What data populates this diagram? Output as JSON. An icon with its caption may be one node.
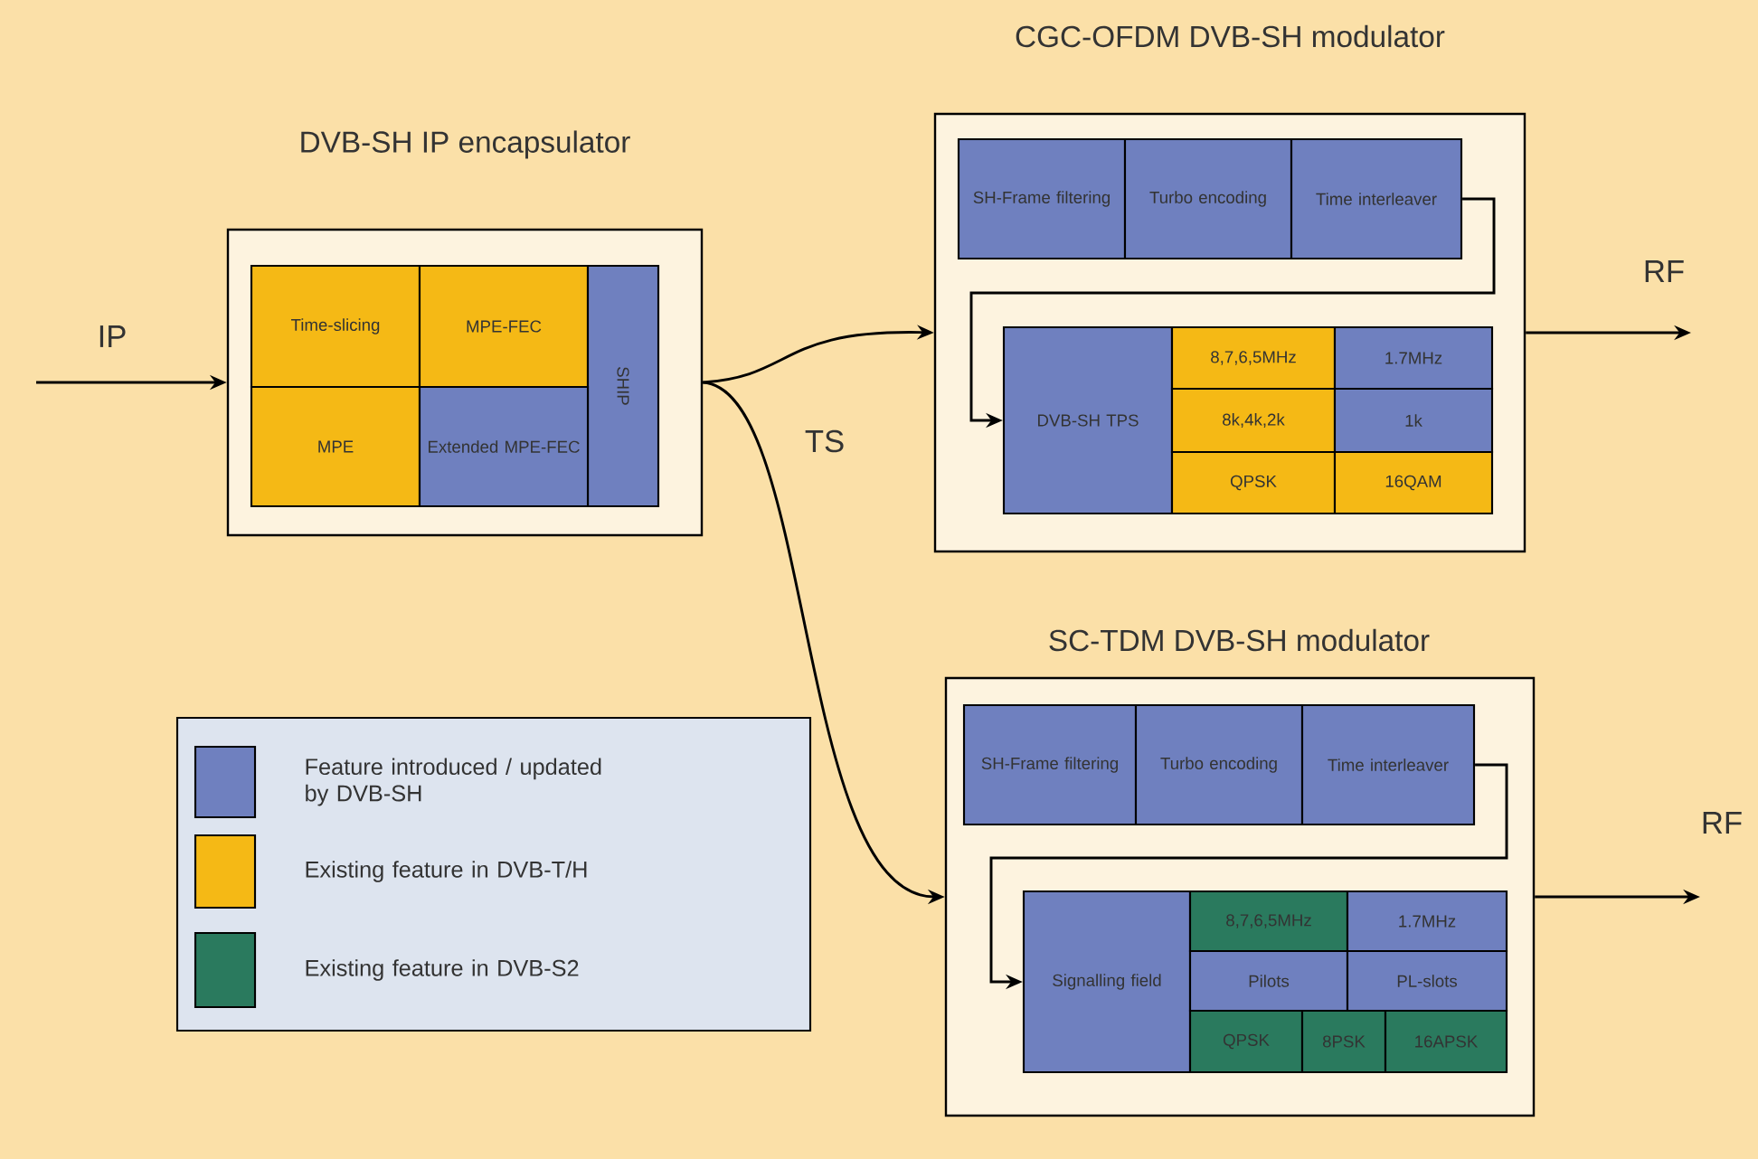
{
  "diagram": {
    "nodes": [
      {
        "text": [
          "DVB-SH IP encapsulator"
        ]
      },
      {
        "text": [
          "Time-slicing"
        ],
        "in": 0
      },
      {
        "text": [
          "MPE-FEC"
        ],
        "in": 0
      },
      {
        "text": [
          "SHIP"
        ],
        "in": 0
      },
      {
        "text": [
          "MPE"
        ],
        "in": 0
      },
      {
        "text": [
          "Extended MPE-FEC"
        ],
        "in": 0
      },
      {
        "text": [
          "CGC-OFDM DVB-SH modulator"
        ]
      },
      {
        "text": [
          "SH-Frame filtering"
        ],
        "in": 6
      },
      {
        "text": [
          "Turbo encoding"
        ],
        "in": 6
      },
      {
        "text": [
          "Time interleaver"
        ],
        "in": 6
      },
      {
        "text": [
          "DVB-SH TPS"
        ],
        "in": 6
      },
      {
        "text": [
          "8,7,6,5MHz"
        ],
        "in": 6
      },
      {
        "text": [
          "1.7MHz"
        ],
        "in": 6
      },
      {
        "text": [
          "8k,4k,2k"
        ],
        "in": 6
      },
      {
        "text": [
          "1k"
        ],
        "in": 6
      },
      {
        "text": [
          "QPSK"
        ],
        "in": 6
      },
      {
        "text": [
          "16QAM"
        ],
        "in": 6
      },
      {
        "text": [
          "SC-TDM DVB-SH modulator"
        ]
      },
      {
        "text": [
          "SH-Frame filtering"
        ],
        "in": 17
      },
      {
        "text": [
          "Turbo encoding"
        ],
        "in": 17
      },
      {
        "text": [
          "Time interleaver"
        ],
        "in": 17
      },
      {
        "text": [
          "Signalling field"
        ],
        "in": 17
      },
      {
        "text": [
          "8,7,6,5MHz"
        ],
        "in": 17
      },
      {
        "text": [
          "1.7MHz"
        ],
        "in": 17
      },
      {
        "text": [
          "Pilots"
        ],
        "in": 17
      },
      {
        "text": [
          "PL-slots"
        ],
        "in": 17
      },
      {
        "text": [
          "QPSK"
        ],
        "in": 17
      },
      {
        "text": [
          "8PSK"
        ],
        "in": 17
      },
      {
        "text": [
          "16APSK"
        ],
        "in": 17
      }
    ],
    "edges": [
      {
        "from": null,
        "to": 0,
        "arrow": "to",
        "label": "IP"
      },
      {
        "from": 0,
        "to": 6,
        "arrow": "to"
      },
      {
        "from": 0,
        "to": 17,
        "arrow": "to"
      },
      {
        "from": 9,
        "to": 10,
        "arrow": "to"
      },
      {
        "from": 6,
        "to": null,
        "arrow": "to",
        "label": "RF"
      },
      {
        "from": 20,
        "to": 21,
        "arrow": "to"
      },
      {
        "from": 17,
        "to": null,
        "arrow": "to",
        "label": "RF"
      }
    ],
    "labels": [
      "TS"
    ],
    "legend": [
      {
        "text": "Feature introduced / updated by DVB-SH",
        "color": "#6f80bf"
      },
      {
        "text": "Existing feature in DVB-T/H",
        "color": "#f5b915"
      },
      {
        "text": "Existing feature in DVB-S2",
        "color": "#2a7a5e"
      }
    ]
  }
}
